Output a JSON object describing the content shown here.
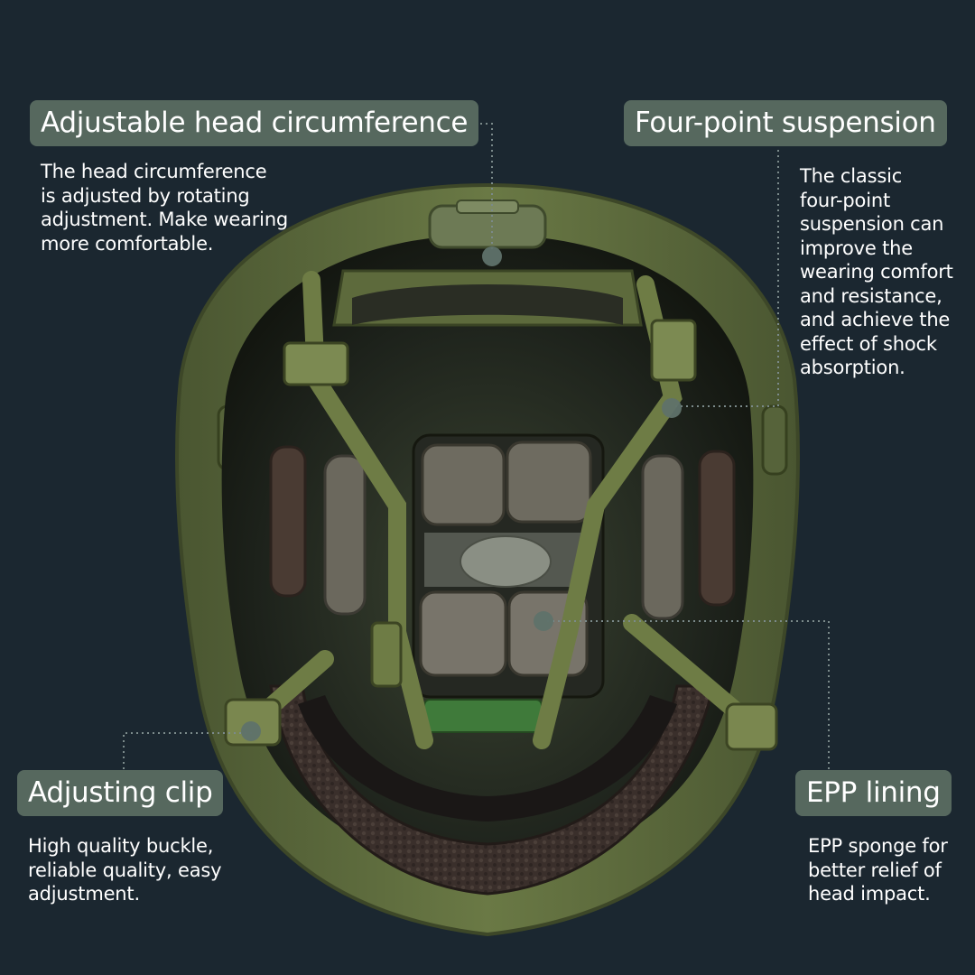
{
  "colors": {
    "background": "#1b2730",
    "label_fill": "#56685e",
    "text": "#ffffff",
    "shell_green": "#5c6b3a",
    "strap_green": "#6f7d45",
    "pad_gray": "#6b6a60",
    "foam_brown": "#3b302c"
  },
  "callouts": {
    "head_circumference": {
      "title": "Adjustable head circumference",
      "description": "The head circumference\nis adjusted by rotating\nadjustment. Make wearing\nmore comfortable."
    },
    "suspension": {
      "title": "Four-point suspension",
      "description": "The classic\nfour-point\nsuspension can\nimprove the\nwearing comfort\nand resistance,\nand achieve the\neffect of shock\nabsorption."
    },
    "clip": {
      "title": "Adjusting clip",
      "description": "High quality buckle,\nreliable quality, easy\nadjustment."
    },
    "lining": {
      "title": "EPP lining",
      "description": "EPP sponge for\nbetter relief of\nhead impact."
    }
  },
  "product_image": {
    "subject": "tactical helmet interior view",
    "icon_name": "helmet-interior-icon"
  }
}
